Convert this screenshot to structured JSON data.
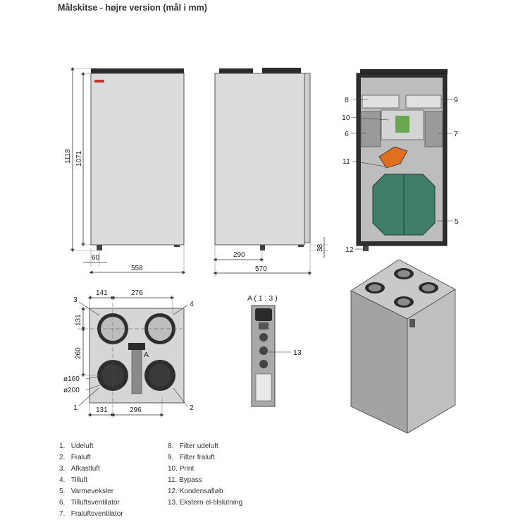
{
  "title": "Målskitse - højre version (mål i mm)",
  "dimensions": {
    "front_total_height": "1118",
    "front_body_height": "1071",
    "front_offset": "60",
    "front_width": "558",
    "side_depth_offset": "290",
    "side_depth": "570",
    "side_foot": "38",
    "top_a": "141",
    "top_b": "276",
    "top_c": "131",
    "top_d": "260",
    "top_e": "131",
    "top_f": "296",
    "dia_inner": "ø160",
    "dia_outer": "ø200"
  },
  "callouts": {
    "c1": "1",
    "c2": "2",
    "c3": "3",
    "c4": "4",
    "c5": "5",
    "c6": "6",
    "c7": "7",
    "c8": "8",
    "c9": "9",
    "c10": "10",
    "c11": "11",
    "c12": "12",
    "c13": "13",
    "detail_a": "A ( 1 : 3 )",
    "point_a": "A"
  },
  "legend_left": [
    {
      "num": "1.",
      "text": "Udeluft"
    },
    {
      "num": "2.",
      "text": "Fraluft"
    },
    {
      "num": "3.",
      "text": "Afkastluft"
    },
    {
      "num": "4.",
      "text": "Tilluft"
    },
    {
      "num": "5.",
      "text": "Varmeveksler"
    },
    {
      "num": "6.",
      "text": "Tilluftsventilator"
    },
    {
      "num": "7.",
      "text": "Fraluftsventilator"
    }
  ],
  "legend_right": [
    {
      "num": "8.",
      "text": "Filter udeluft"
    },
    {
      "num": "9.",
      "text": "Filter fraluft"
    },
    {
      "num": "10.",
      "text": "Print"
    },
    {
      "num": "11.",
      "text": "Bypass"
    },
    {
      "num": "12.",
      "text": "Kondensafløb"
    },
    {
      "num": "13.",
      "text": "Ekstern el-tilslutning"
    }
  ],
  "colors": {
    "panel": "#d9d9d9",
    "panel_dark": "#2b2b2b",
    "exchanger": "#3f7f6a",
    "print_board": "#6aa84f",
    "bypass": "#e07020",
    "dim_line": "#333333"
  }
}
